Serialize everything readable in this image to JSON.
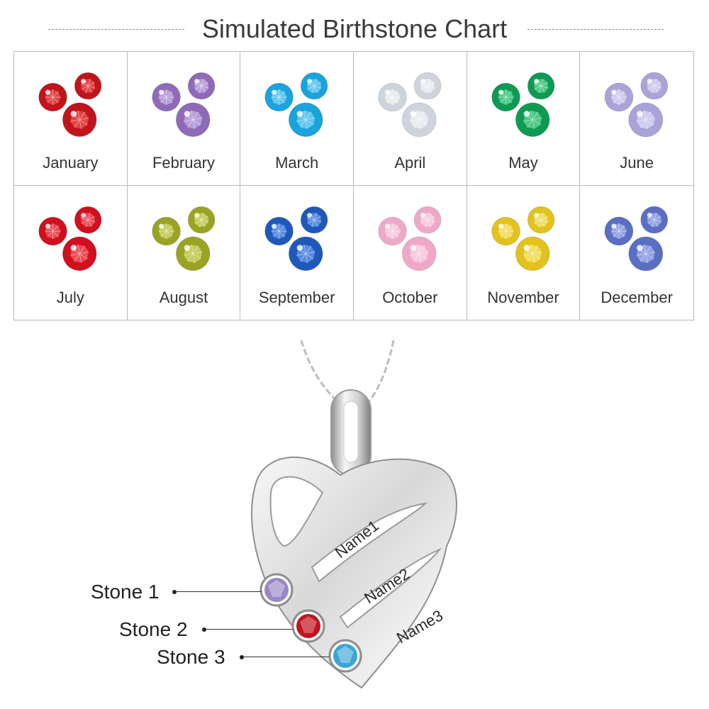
{
  "title": "Simulated Birthstone Chart",
  "months": [
    {
      "name": "January",
      "color": "#c0141c",
      "light": "#ff6a6a"
    },
    {
      "name": "February",
      "color": "#8e6ab8",
      "light": "#d9c8f2"
    },
    {
      "name": "March",
      "color": "#1aa3dc",
      "light": "#9ee3ff"
    },
    {
      "name": "April",
      "color": "#cfd4dc",
      "light": "#ffffff"
    },
    {
      "name": "May",
      "color": "#0e9a52",
      "light": "#7ff0b0"
    },
    {
      "name": "June",
      "color": "#a9a3d8",
      "light": "#ecebff"
    },
    {
      "name": "July",
      "color": "#d0101e",
      "light": "#ff7a80"
    },
    {
      "name": "August",
      "color": "#9aa324",
      "light": "#e8ee8a"
    },
    {
      "name": "September",
      "color": "#1e58b8",
      "light": "#88b4ff"
    },
    {
      "name": "October",
      "color": "#f0a8c8",
      "light": "#ffe6f1"
    },
    {
      "name": "November",
      "color": "#e2c21c",
      "light": "#fff29a"
    },
    {
      "name": "December",
      "color": "#5a6ec2",
      "light": "#c2ceff"
    }
  ],
  "pendant": {
    "engravings": [
      "Name1",
      "Name2",
      "Name3"
    ],
    "stones": [
      {
        "label": "Stone 1",
        "color": "#9a86c4"
      },
      {
        "label": "Stone 2",
        "color": "#c0141c"
      },
      {
        "label": "Stone 3",
        "color": "#3aa6d6"
      }
    ]
  }
}
